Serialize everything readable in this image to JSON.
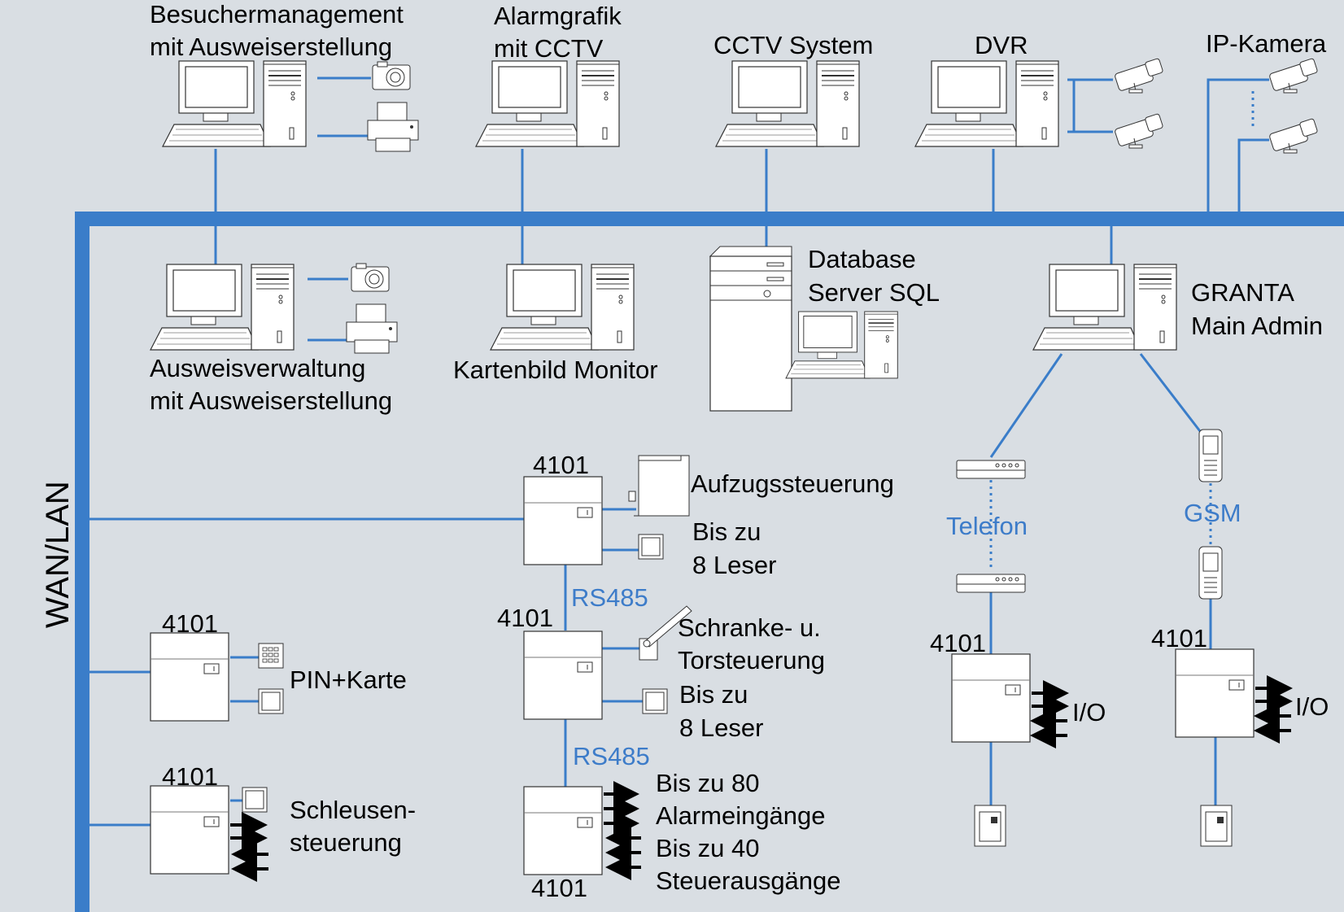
{
  "colors": {
    "background": "#d9dee3",
    "network": "#3a7dc9",
    "device": "#ffffff",
    "outline": "#333333",
    "blue_text": "#3d7cc9"
  },
  "bus_label": "WAN/LAN",
  "workstations": {
    "besucher": [
      "Besuchermanagement",
      "mit Ausweiserstellung"
    ],
    "alarmgrafik": [
      "Alarmgrafik",
      "mit CCTV"
    ],
    "cctv": "CCTV System",
    "dvr": "DVR",
    "ipcam": "IP-Kamera",
    "ausweis": [
      "Ausweisverwaltung",
      "mit Ausweiserstellung"
    ],
    "kartenbild": "Kartenbild Monitor",
    "database": [
      "Database",
      "Server SQL"
    ],
    "granta": [
      "GRANTA",
      "Main Admin"
    ]
  },
  "controller_label": "4101",
  "devices": {
    "aufzug": "Aufzugssteuerung",
    "leser1": [
      "Bis zu",
      "8 Leser"
    ],
    "rs485": "RS485",
    "schranke": [
      "Schranke- u.",
      "Torsteuerung"
    ],
    "leser2": [
      "Bis zu",
      "8 Leser"
    ],
    "alarm": [
      "Bis zu 80",
      "Alarmeingänge",
      "Bis zu 40",
      "Steuerausgänge"
    ],
    "pin": "PIN+Karte",
    "schleuse": [
      "Schleusen-",
      "steuerung"
    ],
    "telefon": "Telefon",
    "gsm": "GSM",
    "io": "I/O"
  },
  "icons": [
    "computer-icon",
    "camera-icon",
    "printer-icon",
    "cctv-camera-icon",
    "server-icon",
    "modem-icon",
    "mobile-phone-icon",
    "card-reader-icon",
    "keypad-icon",
    "barrier-icon",
    "elevator-icon",
    "arrow-icon"
  ]
}
